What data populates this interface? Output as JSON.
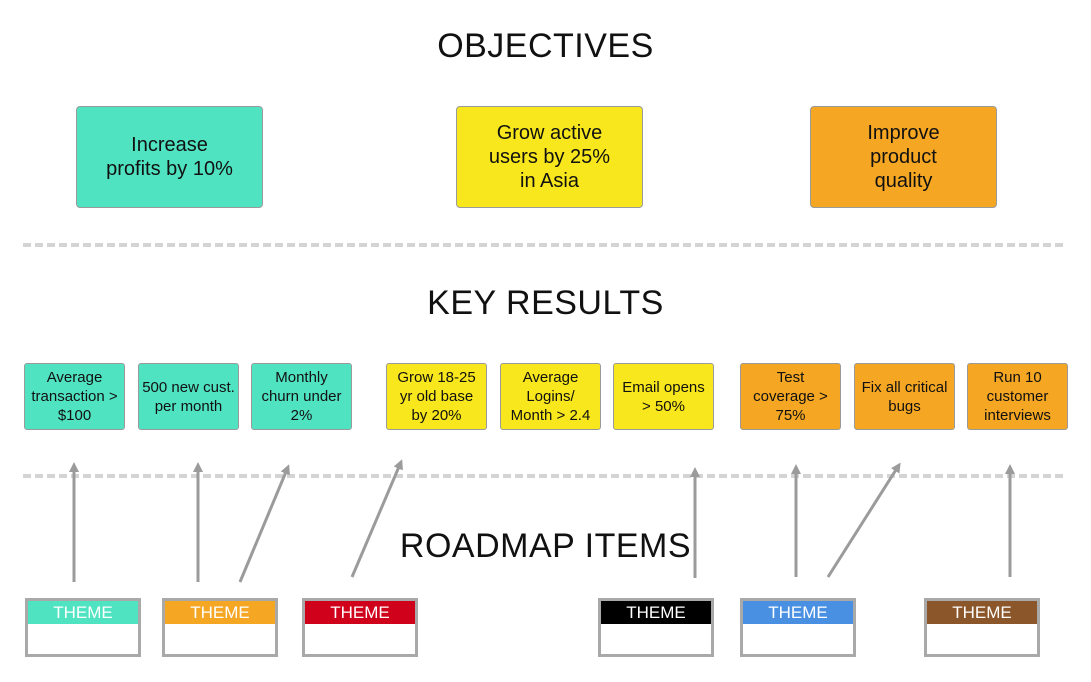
{
  "headings": {
    "objectives": "OBJECTIVES",
    "key_results": "KEY RESULTS",
    "roadmap": "ROADMAP ITEMS"
  },
  "colors": {
    "teal": "#50e3c2",
    "yellow": "#f8e71c",
    "orange": "#f5a623",
    "red": "#d0021b",
    "black": "#000000",
    "blue": "#4a90e2",
    "brown": "#8b572a",
    "arrow": "#9b9b9b"
  },
  "objectives": [
    {
      "text": "Increase profits by 10%",
      "color": "#50e3c2"
    },
    {
      "text": "Grow active users by 25% in Asia",
      "color": "#f8e71c"
    },
    {
      "text": "Improve product quality",
      "color": "#f5a623"
    }
  ],
  "key_results": [
    {
      "text": "Average transaction > $100",
      "color": "#50e3c2"
    },
    {
      "text": "500 new cust. per month",
      "color": "#50e3c2"
    },
    {
      "text": "Monthly churn under 2%",
      "color": "#50e3c2"
    },
    {
      "text": "Grow 18-25 yr old base by 20%",
      "color": "#f8e71c"
    },
    {
      "text": "Average Logins/ Month > 2.4",
      "color": "#f8e71c"
    },
    {
      "text": "Email opens > 50%",
      "color": "#f8e71c"
    },
    {
      "text": "Test coverage > 75%",
      "color": "#f5a623"
    },
    {
      "text": "Fix all critical bugs",
      "color": "#f5a623"
    },
    {
      "text": "Run 10 customer interviews",
      "color": "#f5a623"
    }
  ],
  "themes": [
    {
      "label": "THEME",
      "color": "#50e3c2"
    },
    {
      "label": "THEME",
      "color": "#f5a623"
    },
    {
      "label": "THEME",
      "color": "#d0021b"
    },
    {
      "label": "THEME",
      "color": "#000000"
    },
    {
      "label": "THEME",
      "color": "#4a90e2"
    },
    {
      "label": "THEME",
      "color": "#8b572a"
    }
  ]
}
